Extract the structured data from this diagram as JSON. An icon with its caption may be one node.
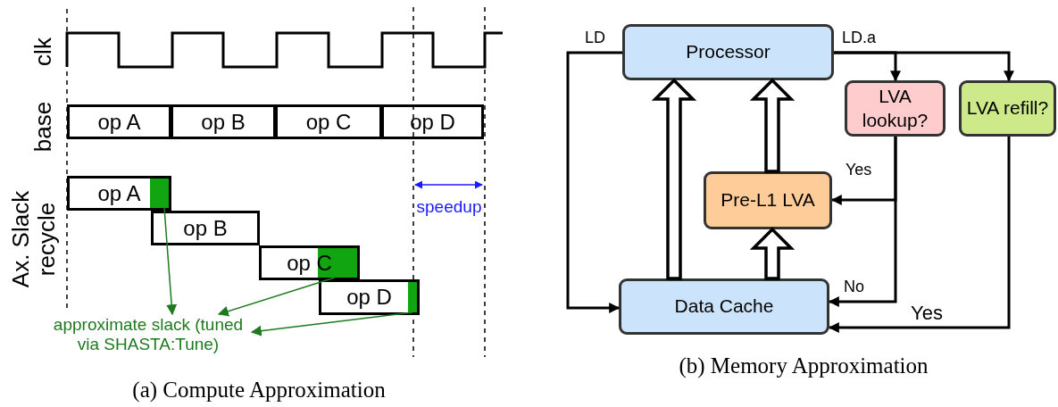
{
  "diagram": {
    "nodes": [
      {
        "text": [
          "op A"
        ]
      },
      {
        "text": [
          "op B"
        ]
      },
      {
        "text": [
          "op C"
        ]
      },
      {
        "text": [
          "op D"
        ]
      },
      {
        "text": [
          "op A"
        ]
      },
      {
        "text": [],
        "shape": "box",
        "in": 4
      },
      {
        "text": [
          "op B"
        ]
      },
      {
        "text": [
          "op C"
        ]
      },
      {
        "text": [],
        "shape": "box",
        "in": 7
      },
      {
        "text": [
          "op D"
        ]
      },
      {
        "text": [],
        "shape": "box",
        "in": 9
      },
      {
        "text": [
          "approximate slack (tuned via SHASTA:Tune)"
        ]
      },
      {
        "text": [
          "Processor"
        ]
      },
      {
        "text": [
          "LVA lookup?"
        ]
      },
      {
        "text": [
          "LVA refill?"
        ]
      },
      {
        "text": [
          "Pre-L1 LVA"
        ]
      },
      {
        "text": [
          "Data Cache"
        ]
      }
    ],
    "edges": [
      {
        "from": 5,
        "to": 11,
        "arrow": "to",
        "color": "#1e7a1e"
      },
      {
        "from": 8,
        "to": 11,
        "arrow": "to",
        "color": "#1e7a1e"
      },
      {
        "from": 10,
        "to": 11,
        "arrow": "to",
        "color": "#1e7a1e"
      },
      {
        "from": 12,
        "to": 16,
        "arrow": "to",
        "label": "LD"
      },
      {
        "from": 12,
        "to": 13,
        "arrow": "to",
        "label": "LD.a"
      },
      {
        "from": 12,
        "to": 14,
        "arrow": "to"
      },
      {
        "from": 13,
        "to": 15,
        "arrow": "to",
        "label": "Yes"
      },
      {
        "from": 13,
        "to": 16,
        "arrow": "to",
        "label": "No"
      },
      {
        "from": 14,
        "to": 16,
        "arrow": "to",
        "label": "Yes"
      },
      {
        "from": 16,
        "to": 12,
        "arrow": "to",
        "style": "thick"
      },
      {
        "from": 16,
        "to": 15,
        "arrow": "to",
        "style": "thick"
      },
      {
        "from": 15,
        "to": 12,
        "arrow": "to",
        "style": "thick"
      }
    ],
    "labels": [
      "clk",
      "base",
      "Ax. Slack recycle",
      "speedup",
      "(a) Compute Approximation",
      "(b) Memory Approximation"
    ]
  }
}
